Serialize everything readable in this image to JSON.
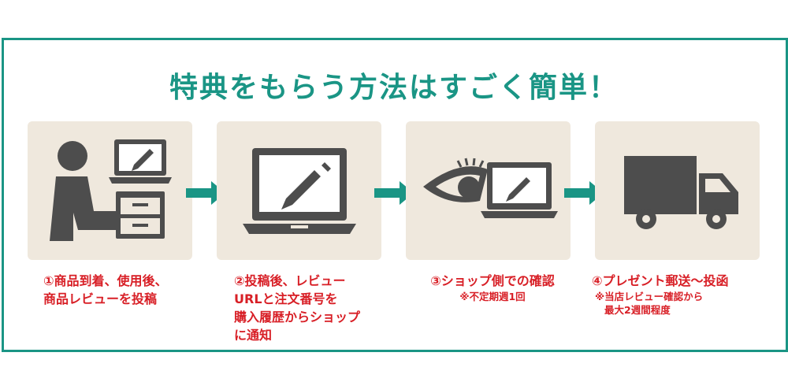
{
  "headline": "特典をもらう方法はすごく簡単！",
  "colors": {
    "accent": "#1a9585",
    "card_bg": "#efe8dd",
    "icon": "#4d4d4d",
    "step_text": "#d81f26"
  },
  "steps": [
    {
      "icons": [
        "person-icon",
        "laptop-icon",
        "box-icon",
        "pencil-icon"
      ],
      "lines": [
        "①商品到着、使用後、",
        "商品レビューを投稿"
      ],
      "note": []
    },
    {
      "icons": [
        "laptop-icon",
        "pencil-icon"
      ],
      "lines": [
        "②投稿後、レビュー",
        "URLと注文番号を",
        "購入履歴からショップ",
        "に通知"
      ],
      "note": []
    },
    {
      "icons": [
        "eye-icon",
        "laptop-icon",
        "pencil-icon"
      ],
      "lines": [
        "③ショップ側での確認"
      ],
      "note": [
        "※不定期週1回"
      ]
    },
    {
      "icons": [
        "truck-icon"
      ],
      "lines": [
        "④プレゼント郵送～投函"
      ],
      "note": [
        "※当店レビュー確認から",
        "最大2週間程度"
      ]
    }
  ]
}
